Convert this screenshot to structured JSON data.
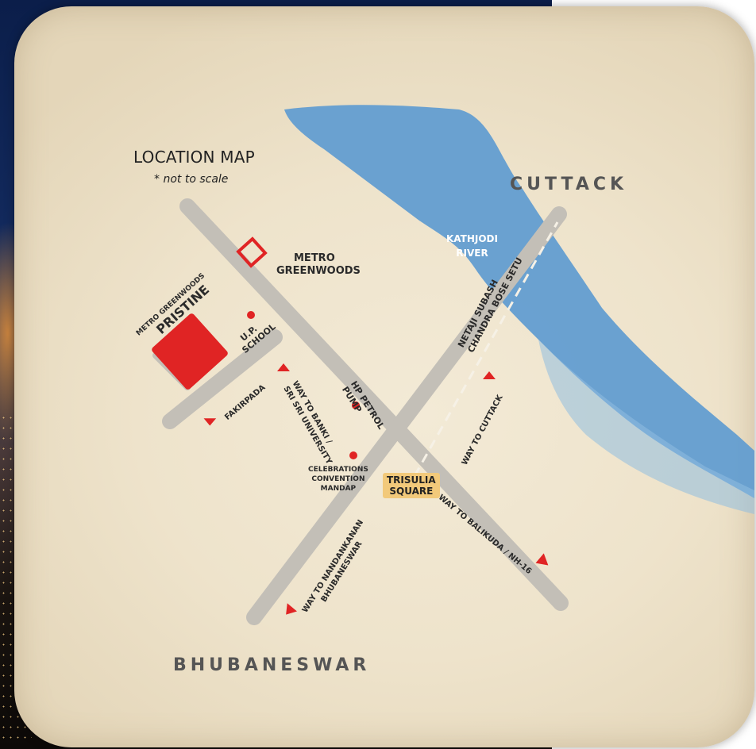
{
  "map": {
    "title": "LOCATION MAP",
    "note": "* not to scale",
    "cities": {
      "north_east": "CUTTACK",
      "south_west": "BHUBANESWAR"
    },
    "river": {
      "line1": "KATHJODI",
      "line2": "RIVER"
    },
    "bridge": {
      "line1": "NETAJI SUBASH",
      "line2": "CHANDRA BOSE SETU"
    },
    "landmarks": {
      "metro_greenwoods": {
        "line1": "METRO",
        "line2": "GREENWOODS"
      },
      "pristine": {
        "small": "METRO GREENWOODS",
        "big": "PRISTINE"
      },
      "up_school": {
        "line1": "U.P.",
        "line2": "SCHOOL"
      },
      "hp_pump": {
        "line1": "HP PETROL",
        "line2": "PUMP"
      },
      "celebrations": {
        "line1": "CELEBRATIONS",
        "line2": "CONVENTION",
        "line3": "MANDAP"
      },
      "trisulia": {
        "line1": "TRISULIA",
        "line2": "SQUARE"
      },
      "fakirpada": "FAKIRPADA"
    },
    "directions": {
      "banki": {
        "line1": "WAY TO BANKI /",
        "line2": "SRI SRI UNIVERSITY"
      },
      "cuttack": "WAY TO CUTTACK",
      "balikuda": "WAY TO BALIKUDA / NH-16",
      "nandankanan": {
        "line1": "WAY TO NANDANKANAN",
        "line2": "BHUBANESWAR"
      }
    },
    "colors": {
      "road": "#c3bfb7",
      "river": "#5e9bd0",
      "marker": "#e02424",
      "trisulia_badge": "#f2c97a",
      "card": "#efe5cf"
    }
  }
}
